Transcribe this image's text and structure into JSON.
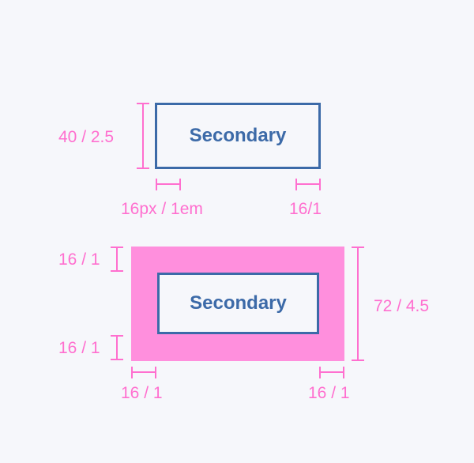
{
  "colors": {
    "background": "#f6f7fb",
    "button_border": "#3c6aa8",
    "button_text": "#3c6aa8",
    "annotation": "#ff6fcf",
    "padding_fill": "#ff8fdd"
  },
  "example_top": {
    "button_label": "Secondary",
    "height_label": "40 / 2.5",
    "left_padding_label": "16px / 1em",
    "right_padding_label": "16/1"
  },
  "example_bottom": {
    "button_label": "Secondary",
    "top_padding_label": "16 / 1",
    "bottom_padding_label": "16 / 1",
    "height_label": "72 / 4.5",
    "left_padding_label": "16 / 1",
    "right_padding_label": "16 / 1"
  }
}
